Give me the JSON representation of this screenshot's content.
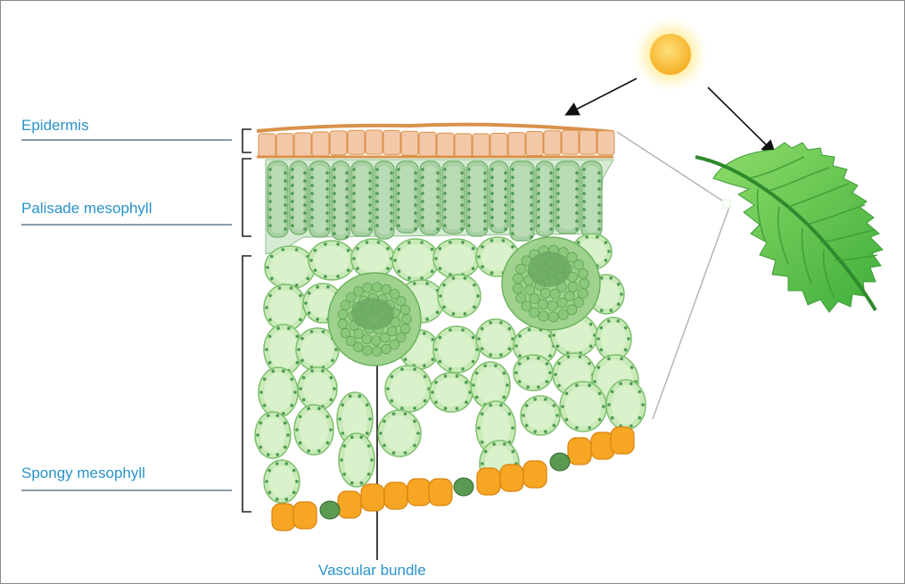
{
  "labels": {
    "epidermis": "Epidermis",
    "palisade": "Palisade mesophyll",
    "spongy": "Spongy mesophyll",
    "vascular": "Vascular bundle"
  },
  "colors": {
    "label_text": "#2a93c9",
    "epidermis_fill": "#f3c8a8",
    "epidermis_edge": "#d9914a",
    "palisade_fill": "#a8d1a4",
    "spongy_fill": "#c9eab8",
    "spongy_edge": "#7cc06b",
    "chloroplast": "#4d9a52",
    "lower_epidermis": "#f6a623",
    "leaf_green": "#5cc247",
    "sun": "#f9c33a"
  },
  "icons": {
    "sun": "sun-icon",
    "leaf": "leaf-icon"
  }
}
